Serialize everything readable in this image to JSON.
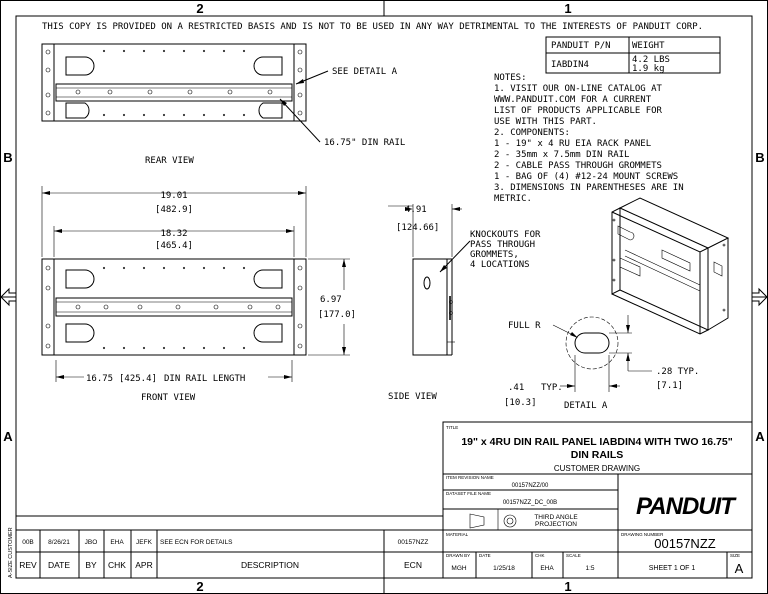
{
  "border": {
    "zone_top_left": "2",
    "zone_top_right": "1",
    "zone_bottom_left": "2",
    "zone_bottom_right": "1",
    "zone_left_upper": "B",
    "zone_right_upper": "B",
    "zone_left_lower": "A",
    "zone_right_lower": "A"
  },
  "restriction_notice": "THIS COPY IS PROVIDED ON A RESTRICTED BASIS AND IS NOT TO BE USED IN ANY WAY DETRIMENTAL TO THE INTERESTS OF PANDUIT CORP.",
  "part_table": {
    "col1_header": "PANDUIT P/N",
    "col2_header": "WEIGHT",
    "part_number": "IABDIN4",
    "weight_lbs": "4.2 LBS",
    "weight_kg": "1.9 kg"
  },
  "notes": {
    "header": "NOTES:",
    "lines": [
      "1. VISIT OUR ON-LINE CATALOG AT",
      "   WWW.PANDUIT.COM FOR A CURRENT",
      "   LIST OF PRODUCTS APPLICABLE FOR",
      "   USE WITH THIS PART.",
      "2. COMPONENTS:",
      "   1 - 19\" x 4 RU EIA RACK PANEL",
      "   2 - 35mm x 7.5mm DIN RAIL",
      "   2 - CABLE PASS THROUGH GROMMETS",
      "   1 - BAG OF (4) #12-24 MOUNT SCREWS",
      "3. DIMENSIONS IN PARENTHESES ARE IN",
      "   METRIC."
    ]
  },
  "rear_view": {
    "label": "REAR VIEW",
    "callout_detail": "SEE DETAIL A",
    "callout_rail": "16.75\" DIN RAIL"
  },
  "front_view": {
    "label": "FRONT VIEW",
    "dim_overall_in": "19.01",
    "dim_overall_mm": "[482.9]",
    "dim_inner_in": "18.32",
    "dim_inner_mm": "[465.4]",
    "dim_height_in": "6.97",
    "dim_height_mm": "[177.0]",
    "dim_rail_in": "16.75",
    "dim_rail_mm": "[425.4]",
    "dim_rail_label": "DIN RAIL LENGTH"
  },
  "side_view": {
    "label": "SIDE VIEW",
    "dim_depth_in": "4.91",
    "dim_depth_mm": "[124.66]",
    "knockout_callout": [
      "KNOCKOUTS FOR",
      "PASS THROUGH",
      "GROMMETS,",
      "4 LOCATIONS"
    ]
  },
  "detail_a": {
    "label": "DETAIL A",
    "full_r": "FULL R",
    "dim_28": ".28 TYP.",
    "dim_28_mm": "[7.1]",
    "dim_41": ".41",
    "dim_41_typ": "TYP.",
    "dim_41_mm": "[10.3]"
  },
  "title_block": {
    "title_label": "TITLE",
    "title_line1": "19\" x 4RU DIN RAIL PANEL IABDIN4 WITH TWO 16.75\"",
    "title_line2": "DIN RAILS",
    "subtitle": "CUSTOMER DRAWING",
    "item_revision_label": "ITEM REVISION NAME",
    "item_revision": "00157NZZ/00",
    "dataset_label": "DATASET FILE NAME",
    "dataset": "00157NZZ_DC_00B",
    "projection_line1": "THIRD ANGLE",
    "projection_line2": "PROJECTION",
    "material_label": "MATERIAL",
    "logo_text": "PANDUIT",
    "drawing_number_label": "DRAWING NUMBER",
    "drawing_number": "00157NZZ",
    "drawn_by_label": "DRAWN BY",
    "drawn_by": "MGH",
    "date_label": "DATE",
    "date": "1/25/18",
    "chk_label": "CHK",
    "chk": "EHA",
    "scale_label": "SCALE",
    "scale": "1:5",
    "sheet": "SHEET 1 OF 1",
    "size_label": "SIZE",
    "size": "A"
  },
  "revision_block": {
    "side_label": "A-SIZE CUSTOMER",
    "row": {
      "rev": "00B",
      "date": "8/26/21",
      "by": "JBO",
      "chk": "EHA",
      "apr": "JEFK",
      "description": "SEE ECN FOR DETAILS",
      "ecn": "00157NZZ"
    },
    "headers": {
      "rev": "REV",
      "date": "DATE",
      "by": "BY",
      "chk": "CHK",
      "apr": "APR",
      "description": "DESCRIPTION",
      "ecn": "ECN"
    }
  }
}
